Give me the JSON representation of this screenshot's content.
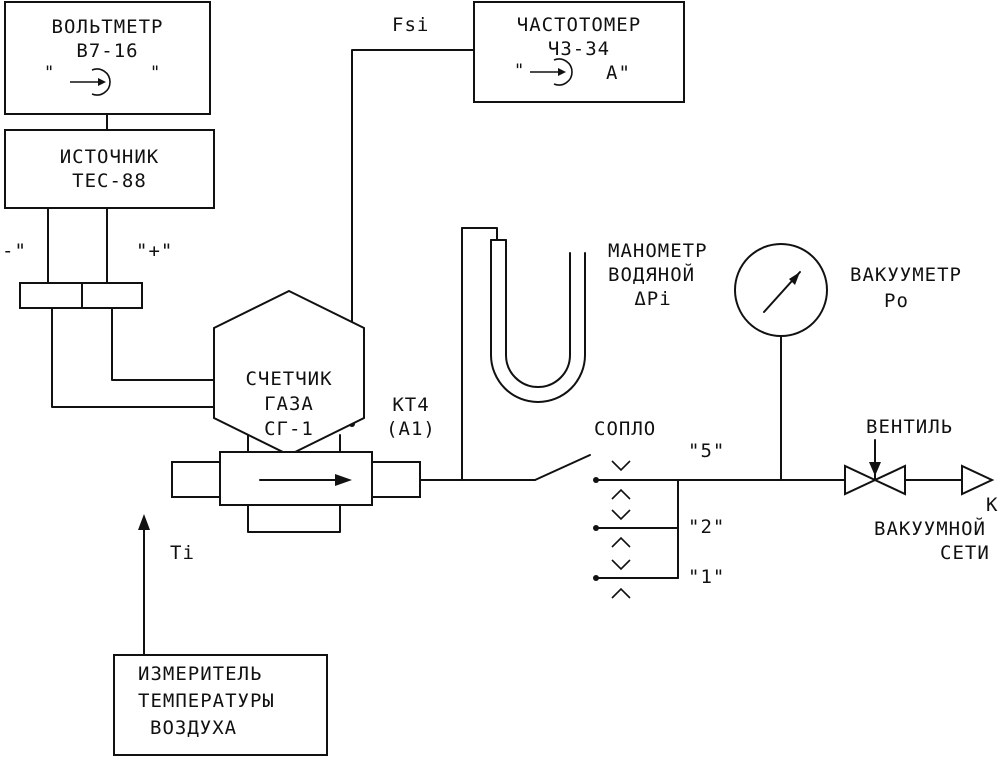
{
  "voltmeter": {
    "title": "ВОЛЬТМЕТР",
    "model": "В7-16"
  },
  "source": {
    "title": "ИСТОЧНИК",
    "model": "ТЕС-88"
  },
  "frequency_meter": {
    "title": "ЧАСТОТОМЕР",
    "model": "Ч3-34",
    "mode": "А\""
  },
  "signal_label": "Fsi",
  "minus_label": "-\"",
  "plus_label": "\"+\"",
  "gas_meter": {
    "line1": "СЧЕТЧИК",
    "line2": "ГАЗА",
    "line3": "СГ-1"
  },
  "kt4": {
    "line1": "КТ4",
    "line2": "(А1)"
  },
  "manometer": {
    "line1": "МАНОМЕТР",
    "line2": "ВОДЯНОЙ",
    "line3": "ΔPi"
  },
  "vacuum_gauge": {
    "title": "ВАКУУМЕТР",
    "symbol": "Pо"
  },
  "nozzle_label": "СОПЛО",
  "nozzle_positions": [
    "\"5\"",
    "\"2\"",
    "\"1\""
  ],
  "valve_label": "ВЕНТИЛЬ",
  "vacuum_network": {
    "line1": "К",
    "line2": "ВАКУУМНОЙ",
    "line3": "СЕТИ"
  },
  "temperature_label": "Ti",
  "thermometer": {
    "line1": "ИЗМЕРИТЕЛЬ",
    "line2": "ТЕМПЕРАТУРЫ",
    "line3": "ВОЗДУХА"
  },
  "colors": {
    "ink": "#111111",
    "paper": "#ffffff"
  }
}
